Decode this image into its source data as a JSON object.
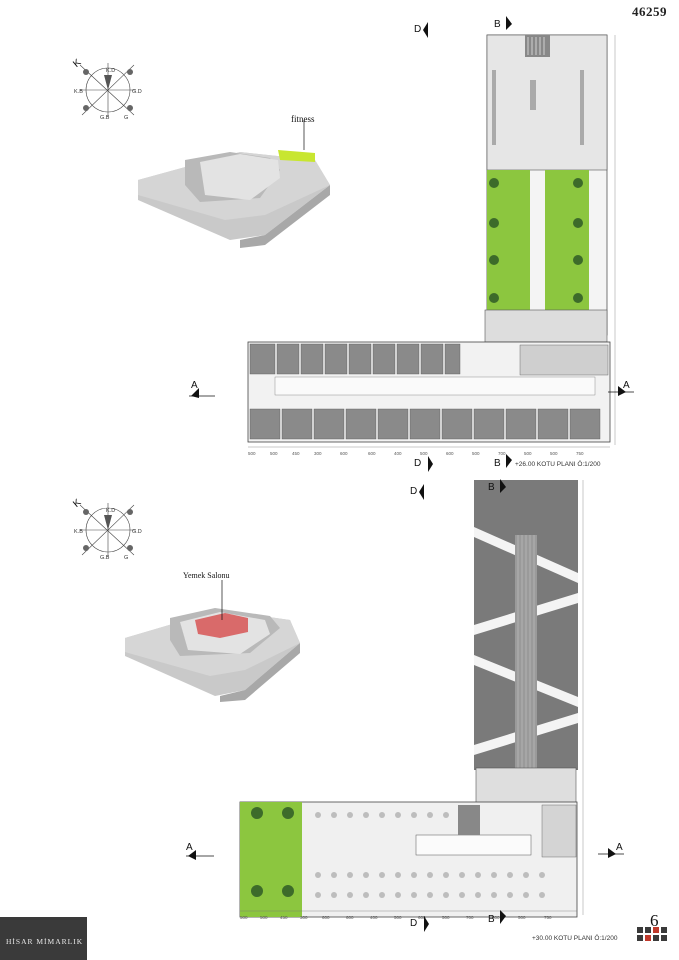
{
  "sheet_number": "46259",
  "page_number": "6",
  "office_logo": "HİSAR MİMARLIK",
  "compass": {
    "north": "K",
    "labels": [
      "K.D",
      "G.D",
      "G",
      "G.B",
      "K.B"
    ]
  },
  "plan_upper": {
    "title": "+26.00 KOTU PLANI Ö:1/200",
    "massing_label": "fitness",
    "section_marks": [
      "A",
      "A",
      "B",
      "B",
      "D",
      "D"
    ],
    "dimensions_bottom": [
      "500",
      "500",
      "450",
      "300",
      "600",
      "600",
      "400",
      "500",
      "600",
      "500",
      "700",
      "500",
      "500",
      "750"
    ]
  },
  "plan_lower": {
    "title": "+30.00 KOTU PLANI Ö:1/200",
    "massing_label": "Yemek Salonu",
    "section_marks": [
      "A",
      "A",
      "B",
      "B",
      "D",
      "D"
    ],
    "dimensions_bottom": [
      "500",
      "500",
      "450",
      "300",
      "600",
      "600",
      "400",
      "500",
      "600",
      "500",
      "700",
      "500",
      "500",
      "750"
    ]
  },
  "colors": {
    "accent_green": "#8cc63f",
    "accent_red": "#d96a6a",
    "highlight_lime": "#c8e630",
    "slab_gray": "#7a7a7a"
  }
}
